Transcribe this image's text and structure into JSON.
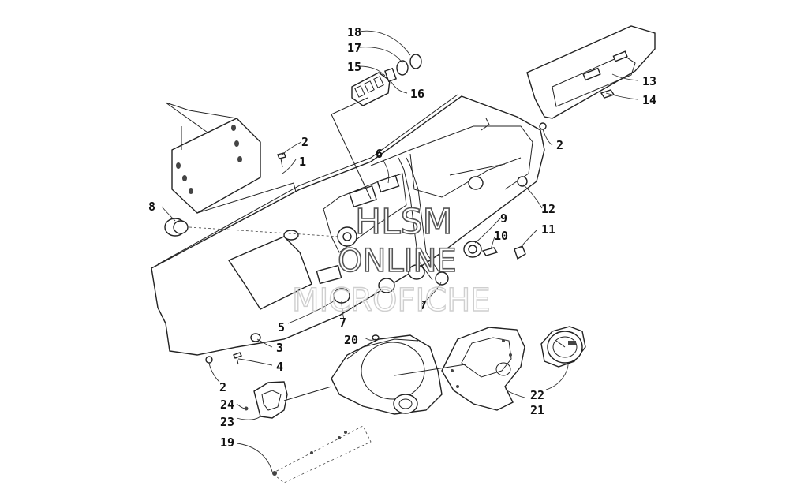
{
  "diagram": {
    "callouts": [
      {
        "id": "c1",
        "text": "1"
      },
      {
        "id": "c2a",
        "text": "2"
      },
      {
        "id": "c2b",
        "text": "2"
      },
      {
        "id": "c2c",
        "text": "2"
      },
      {
        "id": "c3",
        "text": "3"
      },
      {
        "id": "c4",
        "text": "4"
      },
      {
        "id": "c5",
        "text": "5"
      },
      {
        "id": "c6",
        "text": "6"
      },
      {
        "id": "c7a",
        "text": "7"
      },
      {
        "id": "c7b",
        "text": "7"
      },
      {
        "id": "c8",
        "text": "8"
      },
      {
        "id": "c9",
        "text": "9"
      },
      {
        "id": "c10",
        "text": "10"
      },
      {
        "id": "c11",
        "text": "11"
      },
      {
        "id": "c12",
        "text": "12"
      },
      {
        "id": "c13",
        "text": "13"
      },
      {
        "id": "c14",
        "text": "14"
      },
      {
        "id": "c15",
        "text": "15"
      },
      {
        "id": "c16",
        "text": "16"
      },
      {
        "id": "c17",
        "text": "17"
      },
      {
        "id": "c18",
        "text": "18"
      },
      {
        "id": "c19",
        "text": "19"
      },
      {
        "id": "c20",
        "text": "20"
      },
      {
        "id": "c21",
        "text": "21"
      },
      {
        "id": "c22",
        "text": "22"
      },
      {
        "id": "c23",
        "text": "23"
      },
      {
        "id": "c24",
        "text": "24"
      }
    ],
    "watermark": {
      "line1": "HLSM",
      "line2": "ONLINE",
      "line3": "MICROFICHE"
    }
  }
}
